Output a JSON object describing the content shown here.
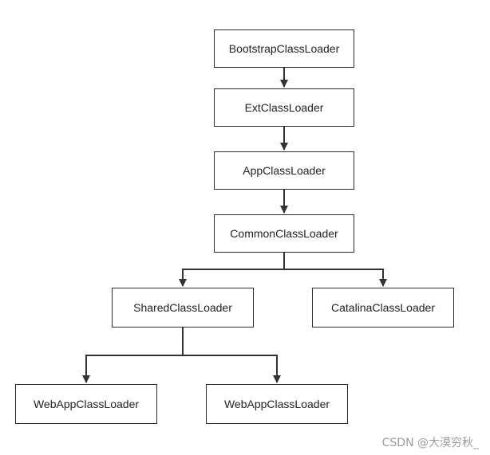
{
  "nodes": {
    "bootstrap": "BootstrapClassLoader",
    "ext": "ExtClassLoader",
    "app": "AppClassLoader",
    "common": "CommonClassLoader",
    "shared": "SharedClassLoader",
    "catalina": "CatalinaClassLoader",
    "webapp1": "WebAppClassLoader",
    "webapp2": "WebAppClassLoader"
  },
  "watermark": "CSDN @大漠穷秋_",
  "colors": {
    "line": "#333333",
    "border": "#2b2b2b",
    "text": "#222222",
    "watermark": "#9a9a9a"
  }
}
